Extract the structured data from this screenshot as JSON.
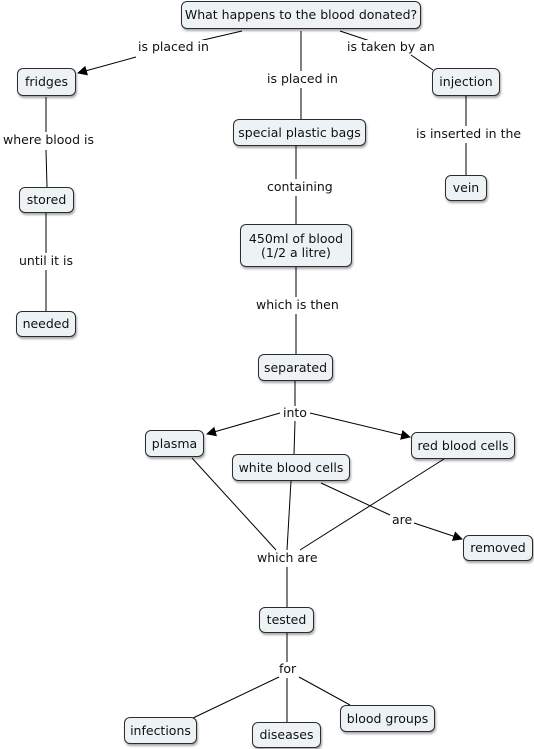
{
  "nodes": {
    "root": "What happens to the blood donated?",
    "fridges": "fridges",
    "stored": "stored",
    "needed": "needed",
    "bags": "special plastic bags",
    "volume": "450ml of blood\n(1/2 a litre)",
    "separated": "separated",
    "injection": "injection",
    "vein": "vein",
    "plasma": "plasma",
    "white": "white blood cells",
    "red": "red blood cells",
    "removed": "removed",
    "tested": "tested",
    "infections": "infections",
    "diseases": "diseases",
    "groups": "blood groups"
  },
  "links": {
    "placed_in_left": "is placed in",
    "placed_in_center": "is placed in",
    "taken_by": "is taken by an",
    "where_blood_is": "where blood is",
    "until_it_is": "until it is",
    "containing": "containing",
    "which_is_then": "which is then",
    "inserted_in": "is inserted in the",
    "into": "into",
    "are": "are",
    "which_are": "which are",
    "for": "for"
  }
}
